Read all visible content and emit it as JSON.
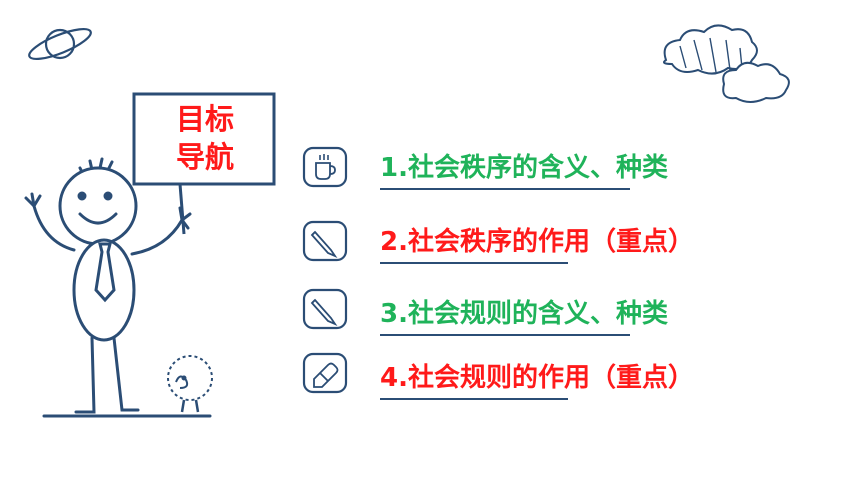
{
  "sign": {
    "line1": "目标",
    "line2": "导航"
  },
  "items": [
    {
      "label": "1.社会秩序的含义、种类",
      "color": "#1fb35a",
      "icon": "coffee-cup-icon"
    },
    {
      "label": "2.社会秩序的作用（重点）",
      "color": "#ff1a1a",
      "icon": "pencil-icon"
    },
    {
      "label": "3.社会规则的含义、种类",
      "color": "#1fb35a",
      "icon": "pencil-icon"
    },
    {
      "label": "4.社会规则的作用（重点）",
      "color": "#ff1a1a",
      "icon": "eraser-icon"
    }
  ],
  "colors": {
    "ink": "#2b4d75",
    "sign_text": "#ff1a1a",
    "green": "#1fb35a",
    "red": "#ff1a1a"
  }
}
